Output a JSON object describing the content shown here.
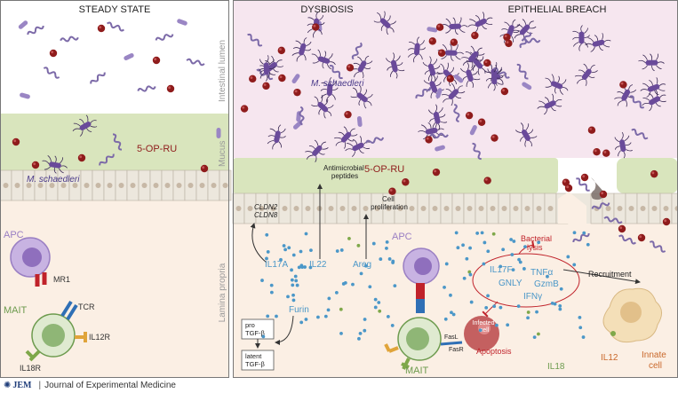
{
  "panels": {
    "steady_state": "STEADY STATE",
    "dysbiosis": "DYSBIOSIS",
    "epithelial_breach": "EPITHELIAL BREACH"
  },
  "zones": {
    "lumen": "Intestinal lumen",
    "mucus": "Mucus",
    "lamina_propria": "Lamina propria"
  },
  "metabolite": "5-OP-RU",
  "bacterium": "M. schaedleri",
  "cells": {
    "apc": "APC",
    "mait": "MAIT",
    "innate": "Innate cell",
    "infected": "Infected cell"
  },
  "receptors": {
    "mr1": "MR1",
    "tcr": "TCR",
    "il12r": "IL12R",
    "il18r": "IL18R",
    "fasl": "FasL",
    "fasr": "FasR"
  },
  "cytokines": {
    "il17a": "IL17A",
    "il22": "IL22",
    "areg": "Areg",
    "furin": "Furin",
    "il17f": "IL17F",
    "tnfa": "TNFα",
    "gnly": "GNLY",
    "gzmb": "GzmB",
    "ifng": "IFNγ",
    "il18": "IL18",
    "il12": "IL12"
  },
  "genes": [
    "CLDN2",
    "CLDN8"
  ],
  "processes": {
    "amp": "Antimicrobial peptides",
    "prolif": "Cell proliferation",
    "bact_lysis": "Bacterial lysis",
    "recruitment": "Recruitment",
    "apoptosis": "Apoptosis",
    "pro_tgfb": "pro TGF-β",
    "latent_tgfb": "latent TGF-β"
  },
  "footer": {
    "brand": "JEM",
    "journal": "Journal of Experimental Medicine"
  },
  "colors": {
    "lumen_dys": "#f6e6ef",
    "mucus": "#d9e5bd",
    "epithelium": "#ece7dd",
    "lamina": "#fbefe4",
    "bacterium": "#6a4a9a",
    "metabolite": "#8f1c1c",
    "mait": "#6d9b4e",
    "apc": "#9a7fc3",
    "cytokine": "#4b97c8",
    "orange_text": "#c9682b",
    "red": "#c0222a"
  }
}
